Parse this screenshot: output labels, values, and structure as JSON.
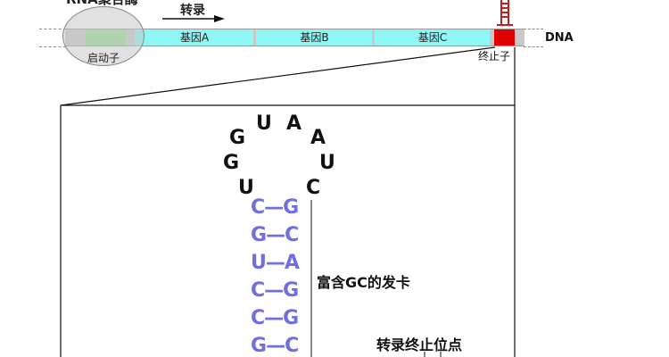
{
  "top_cut_label": "RNA聚合酶",
  "transcription": {
    "label": "转录",
    "arrow": "right-arrow"
  },
  "dna": {
    "label": "DNA",
    "promoter_label": "启动子",
    "genes": [
      {
        "label": "基因A"
      },
      {
        "label": "基因B"
      },
      {
        "label": "基因C"
      }
    ],
    "terminator_label": "终止子",
    "terminator_icon": "hairpin-ladder-icon"
  },
  "hairpin": {
    "loop": [
      "G",
      "U",
      "A",
      "A",
      "G",
      "U",
      "U",
      "C"
    ],
    "stem_pairs": [
      {
        "left": "C",
        "right": "G"
      },
      {
        "left": "G",
        "right": "C"
      },
      {
        "left": "U",
        "right": "A"
      },
      {
        "left": "C",
        "right": "G"
      },
      {
        "left": "C",
        "right": "G"
      },
      {
        "left": "G",
        "right": "C"
      }
    ],
    "label": "富含GC的发卡",
    "termination_site_label": "转录终止位点"
  },
  "colors": {
    "gene": "#8ff5f5",
    "promoter": "#8fdf8f",
    "terminator": "#e00000",
    "ladder": "#c02020",
    "stem_text": "#6f6fe0"
  }
}
